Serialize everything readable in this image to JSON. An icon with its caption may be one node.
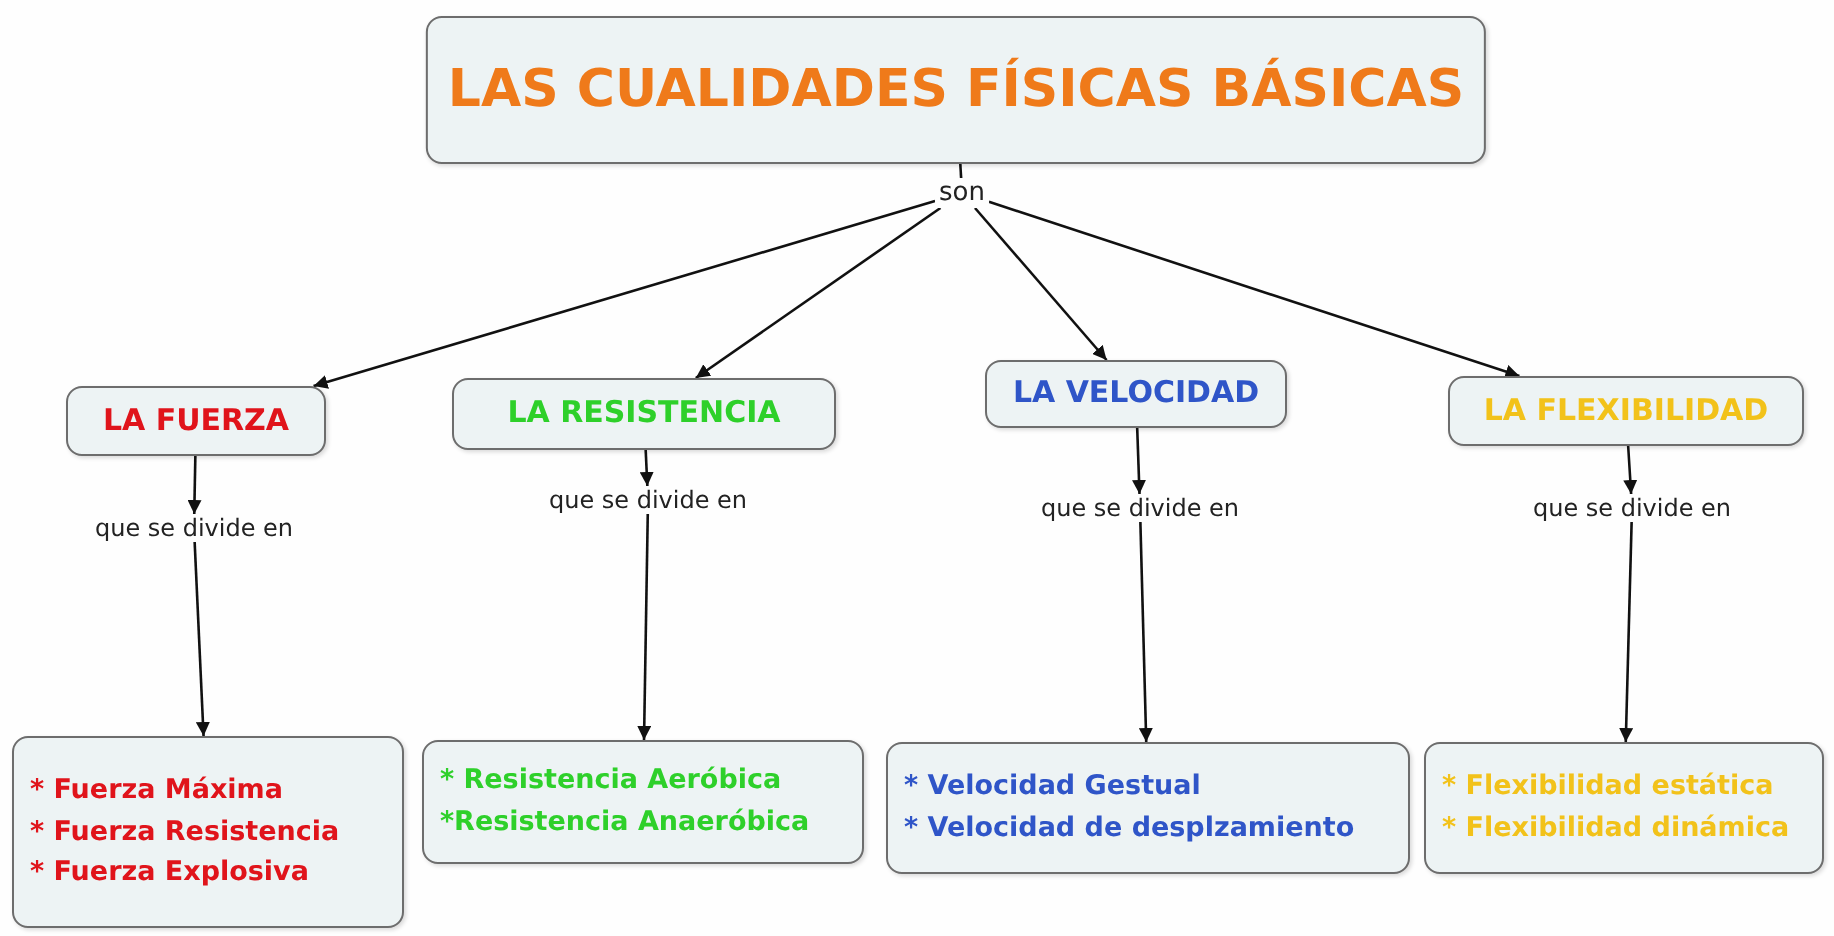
{
  "diagram": {
    "nodes": [
      {
        "text": [
          "LAS CUALIDADES FÍSICAS BÁSICAS"
        ]
      },
      {
        "text": [
          "son"
        ]
      },
      {
        "text": [
          "LA FUERZA"
        ]
      },
      {
        "text": [
          "LA RESISTENCIA"
        ]
      },
      {
        "text": [
          "LA VELOCIDAD"
        ]
      },
      {
        "text": [
          "LA FLEXIBILIDAD"
        ]
      },
      {
        "text": [
          "que se divide en"
        ]
      },
      {
        "text": [
          "que se divide en"
        ]
      },
      {
        "text": [
          "que se divide en"
        ]
      },
      {
        "text": [
          "que se divide en"
        ]
      },
      {
        "text": [
          "* Fuerza Máxima",
          "* Fuerza Resistencia",
          "* Fuerza Explosiva"
        ]
      },
      {
        "text": [
          "* Resistencia Aeróbica",
          "*Resistencia Anaeróbica"
        ]
      },
      {
        "text": [
          "* Velocidad Gestual",
          "* Velocidad de desplzamiento"
        ]
      },
      {
        "text": [
          "* Flexibilidad estática",
          "* Flexibilidad dinámica"
        ]
      }
    ],
    "edges": [
      {
        "from": 0,
        "to": 1,
        "arrow": "none"
      },
      {
        "from": 1,
        "to": 2,
        "arrow": "to"
      },
      {
        "from": 1,
        "to": 3,
        "arrow": "to"
      },
      {
        "from": 1,
        "to": 4,
        "arrow": "to"
      },
      {
        "from": 1,
        "to": 5,
        "arrow": "to"
      },
      {
        "from": 2,
        "to": 6,
        "arrow": "to"
      },
      {
        "from": 3,
        "to": 7,
        "arrow": "to"
      },
      {
        "from": 4,
        "to": 8,
        "arrow": "to"
      },
      {
        "from": 5,
        "to": 9,
        "arrow": "to"
      },
      {
        "from": 6,
        "to": 10,
        "arrow": "to"
      },
      {
        "from": 7,
        "to": 11,
        "arrow": "to"
      },
      {
        "from": 8,
        "to": 12,
        "arrow": "to"
      },
      {
        "from": 9,
        "to": 13,
        "arrow": "to"
      }
    ]
  }
}
